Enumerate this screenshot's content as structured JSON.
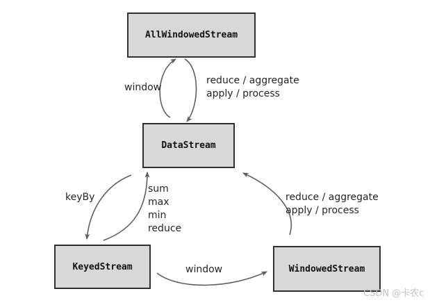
{
  "nodes": {
    "all_windowed_stream": {
      "label": "AllWindowedStream"
    },
    "data_stream": {
      "label": "DataStream"
    },
    "keyed_stream": {
      "label": "KeyedStream"
    },
    "windowed_stream": {
      "label": "WindowedStream"
    }
  },
  "edge_labels": {
    "datastream_to_allwindowed": {
      "text": "window"
    },
    "allwindowed_to_datastream": {
      "lines": [
        "reduce / aggregate",
        "apply / process"
      ]
    },
    "datastream_to_keyed": {
      "text": "keyBy"
    },
    "keyed_to_datastream": {
      "lines": [
        "sum",
        "max",
        "min",
        "reduce"
      ]
    },
    "keyed_to_windowed": {
      "text": "window"
    },
    "windowed_to_datastream": {
      "lines": [
        "reduce / aggregate",
        "apply / process"
      ]
    }
  },
  "watermark": "CSDN @卡农c",
  "colors": {
    "background": "#ffffff",
    "node_fill": "#d8d8d8",
    "node_border": "#303030",
    "arrow": "#5f5f5f",
    "label_text": "#262626",
    "node_text": "#111111",
    "watermark": "#c3c3c3"
  }
}
